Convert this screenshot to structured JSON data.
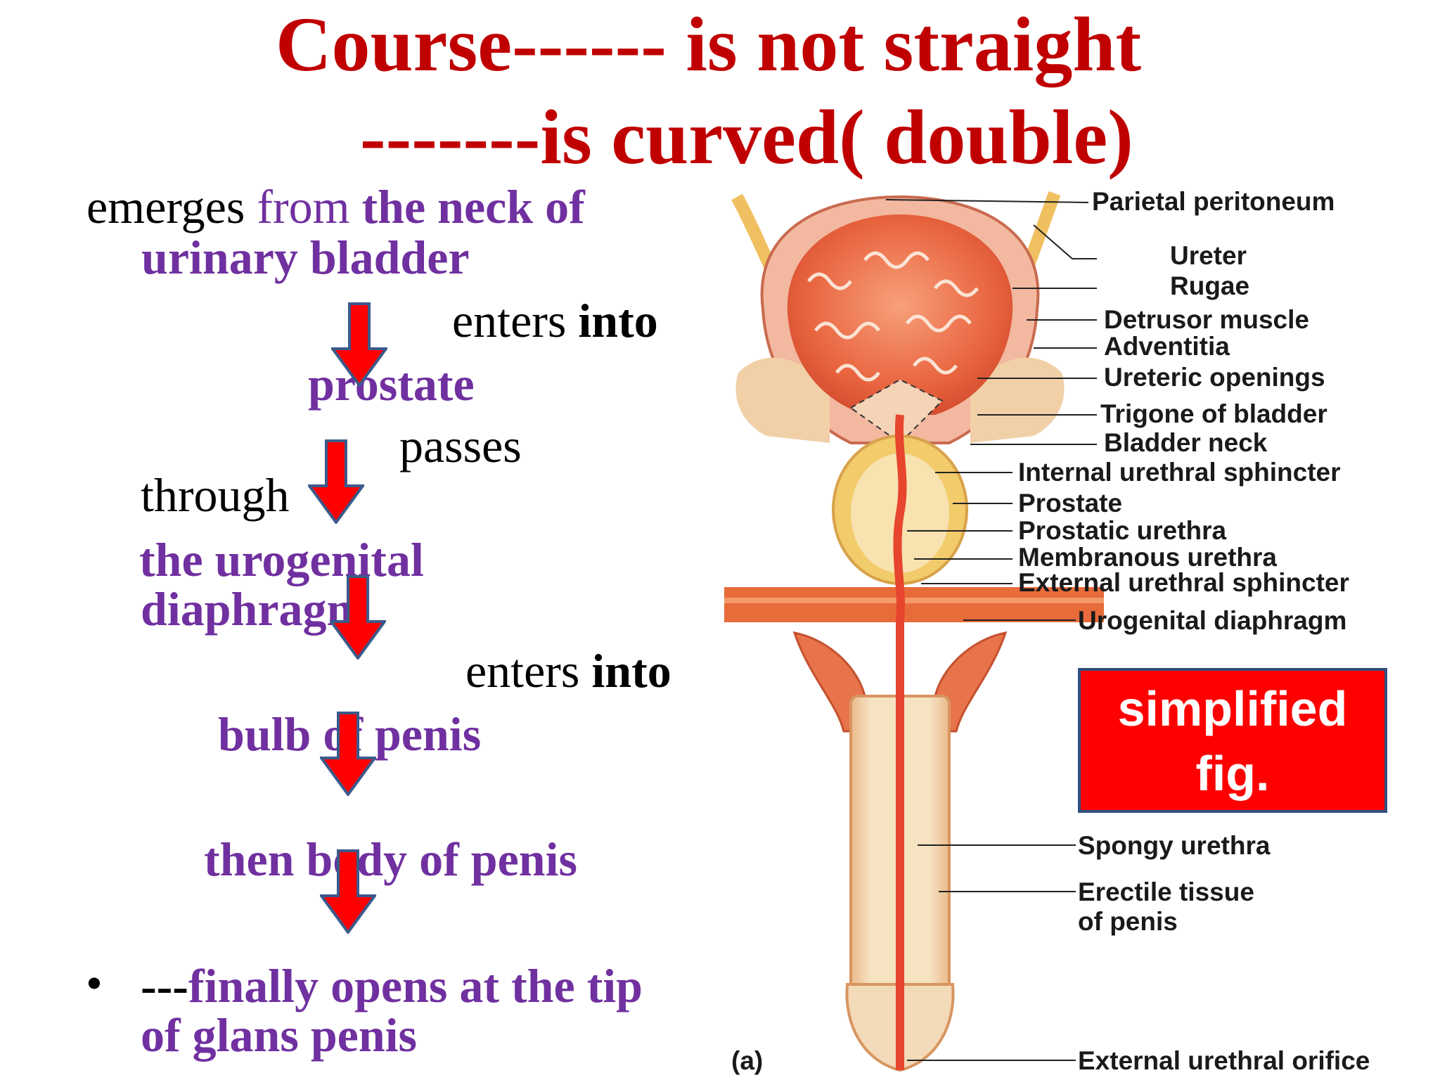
{
  "title": {
    "line1": "Course------ is not straight",
    "line2": "-------is curved( double)"
  },
  "flow": {
    "emerges": "emerges",
    "from": " from ",
    "neck_of": "the neck of",
    "urinary_bladder": "urinary bladder",
    "enters1": "enters ",
    "into1": "into",
    "prostate": "prostate",
    "passes": "passes",
    "through": "through",
    "urogenital": "the urogenital",
    "diaphragm": "diaphragm",
    "enters2": "enters ",
    "into2": "into",
    "bulb": "bulb of penis",
    "body": "then body of penis",
    "bullet": "•",
    "finally_dashes": "---",
    "finally": "finally opens at the tip",
    "glans": "of glans penis"
  },
  "figure": {
    "labels": [
      "Parietal peritoneum",
      "Ureter",
      "Rugae",
      "Detrusor muscle",
      "Adventitia",
      "Ureteric openings",
      "Trigone of bladder",
      "Bladder neck",
      "Internal urethral sphincter",
      "Prostate",
      "Prostatic urethra",
      "Membranous urethra",
      "External urethral sphincter",
      "Urogenital diaphragm",
      "Spongy urethra",
      "Erectile tissue",
      "of penis",
      "External urethral orifice"
    ],
    "panel_label": "(a)",
    "badge_line1": "simplified",
    "badge_line2": "fig."
  },
  "colors": {
    "title": "#c00000",
    "purple": "#7030a0",
    "arrow": "#ff0000",
    "badge": "#ff0000"
  }
}
